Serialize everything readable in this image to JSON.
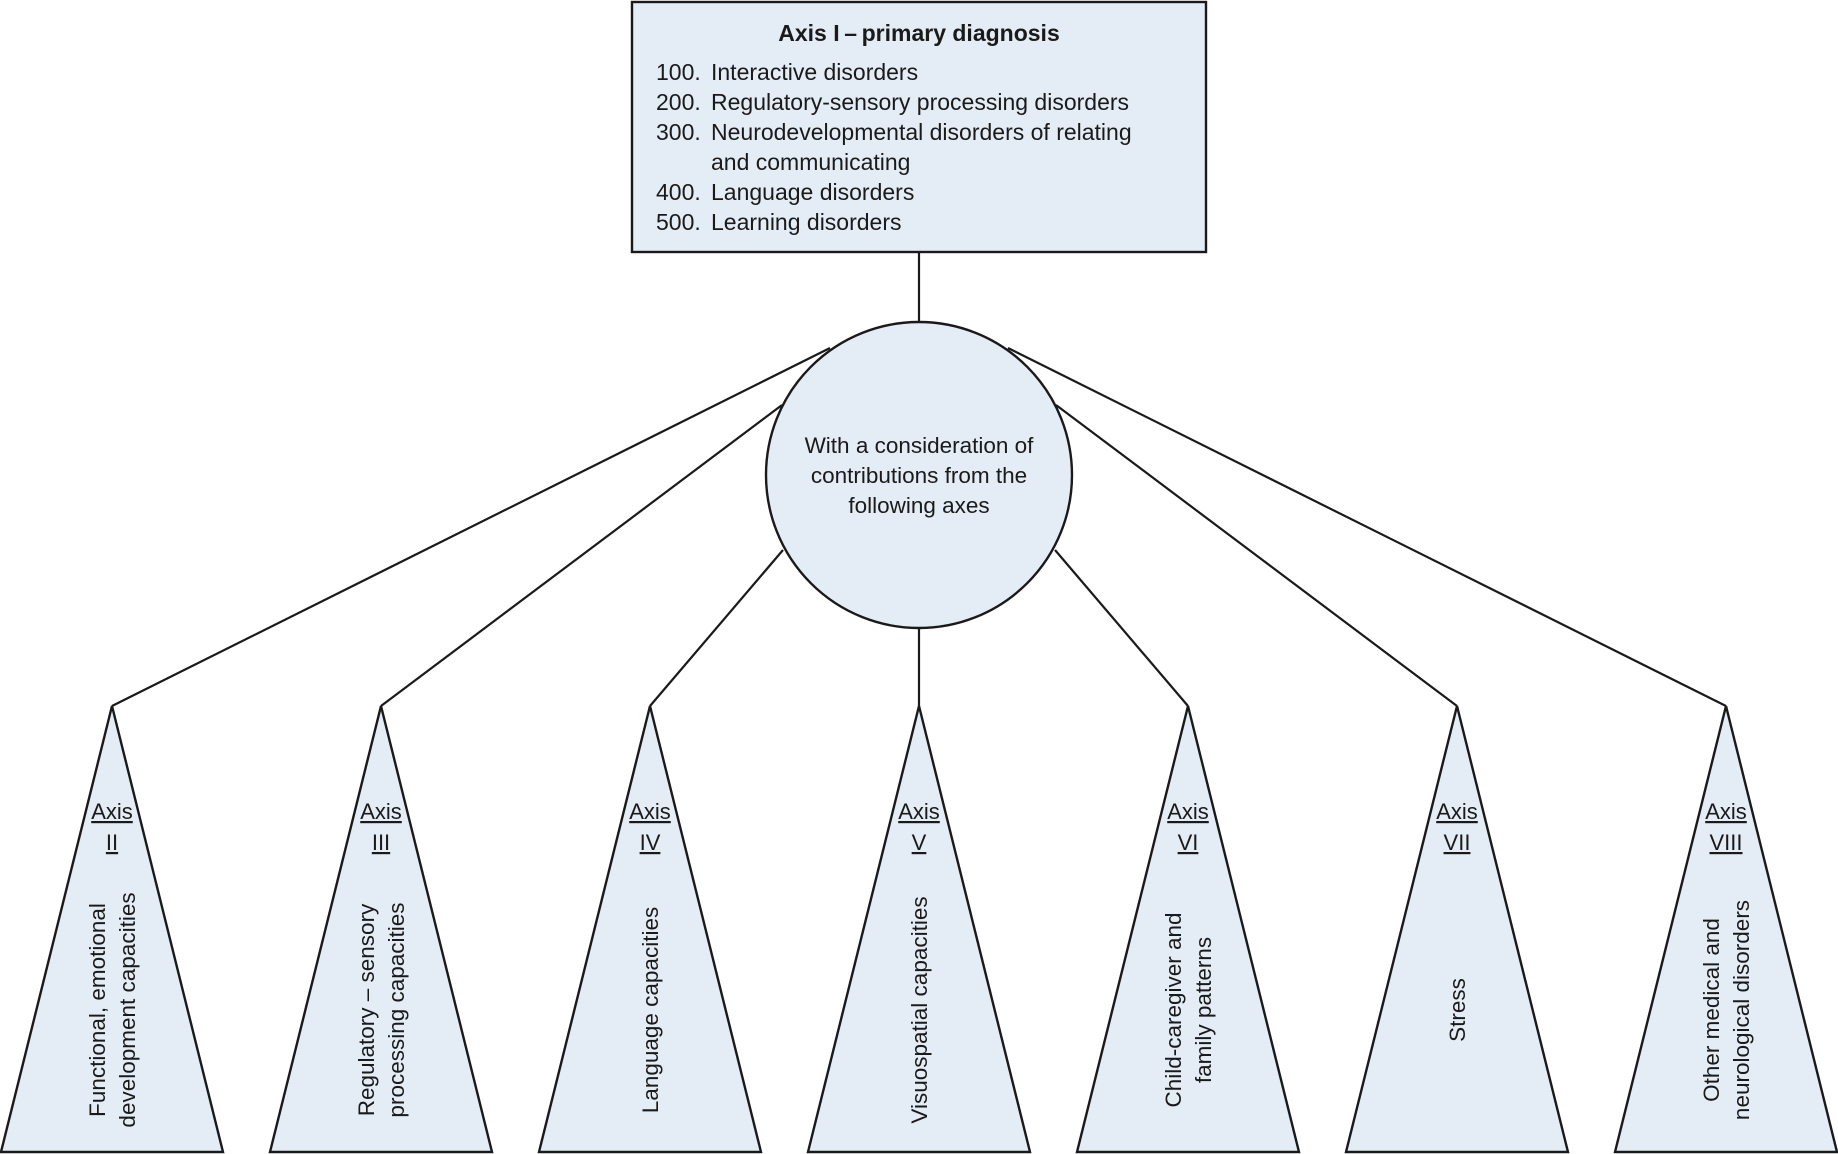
{
  "primary_box": {
    "title": "Axis I – primary diagnosis",
    "items": [
      {
        "code": "100.",
        "lines": [
          "Interactive disorders"
        ]
      },
      {
        "code": "200.",
        "lines": [
          "Regulatory-sensory processing disorders"
        ]
      },
      {
        "code": "300.",
        "lines": [
          "Neurodevelopmental disorders of relating",
          "and communicating"
        ]
      },
      {
        "code": "400.",
        "lines": [
          "Language disorders"
        ]
      },
      {
        "code": "500.",
        "lines": [
          "Learning disorders"
        ]
      }
    ]
  },
  "hub": {
    "lines": [
      "With a consideration of",
      "contributions from the",
      "following axes"
    ]
  },
  "axes": [
    {
      "label": "Axis",
      "numeral": "II",
      "desc": [
        "Functional, emotional",
        "development capacities"
      ]
    },
    {
      "label": "Axis",
      "numeral": "III",
      "desc": [
        "Regulatory – sensory",
        "processing capacities"
      ]
    },
    {
      "label": "Axis",
      "numeral": "IV",
      "desc": [
        "Language capacities"
      ]
    },
    {
      "label": "Axis",
      "numeral": "V",
      "desc": [
        "Visuospatial capacities"
      ]
    },
    {
      "label": "Axis",
      "numeral": "VI",
      "desc": [
        "Child-caregiver and",
        "family patterns"
      ]
    },
    {
      "label": "Axis",
      "numeral": "VII",
      "desc": [
        "Stress"
      ]
    },
    {
      "label": "Axis",
      "numeral": "VIII",
      "desc": [
        "Other medical and",
        "neurological disorders"
      ]
    }
  ],
  "colors": {
    "fill": "#e4ecf6",
    "stroke": "#1a1a1a"
  }
}
